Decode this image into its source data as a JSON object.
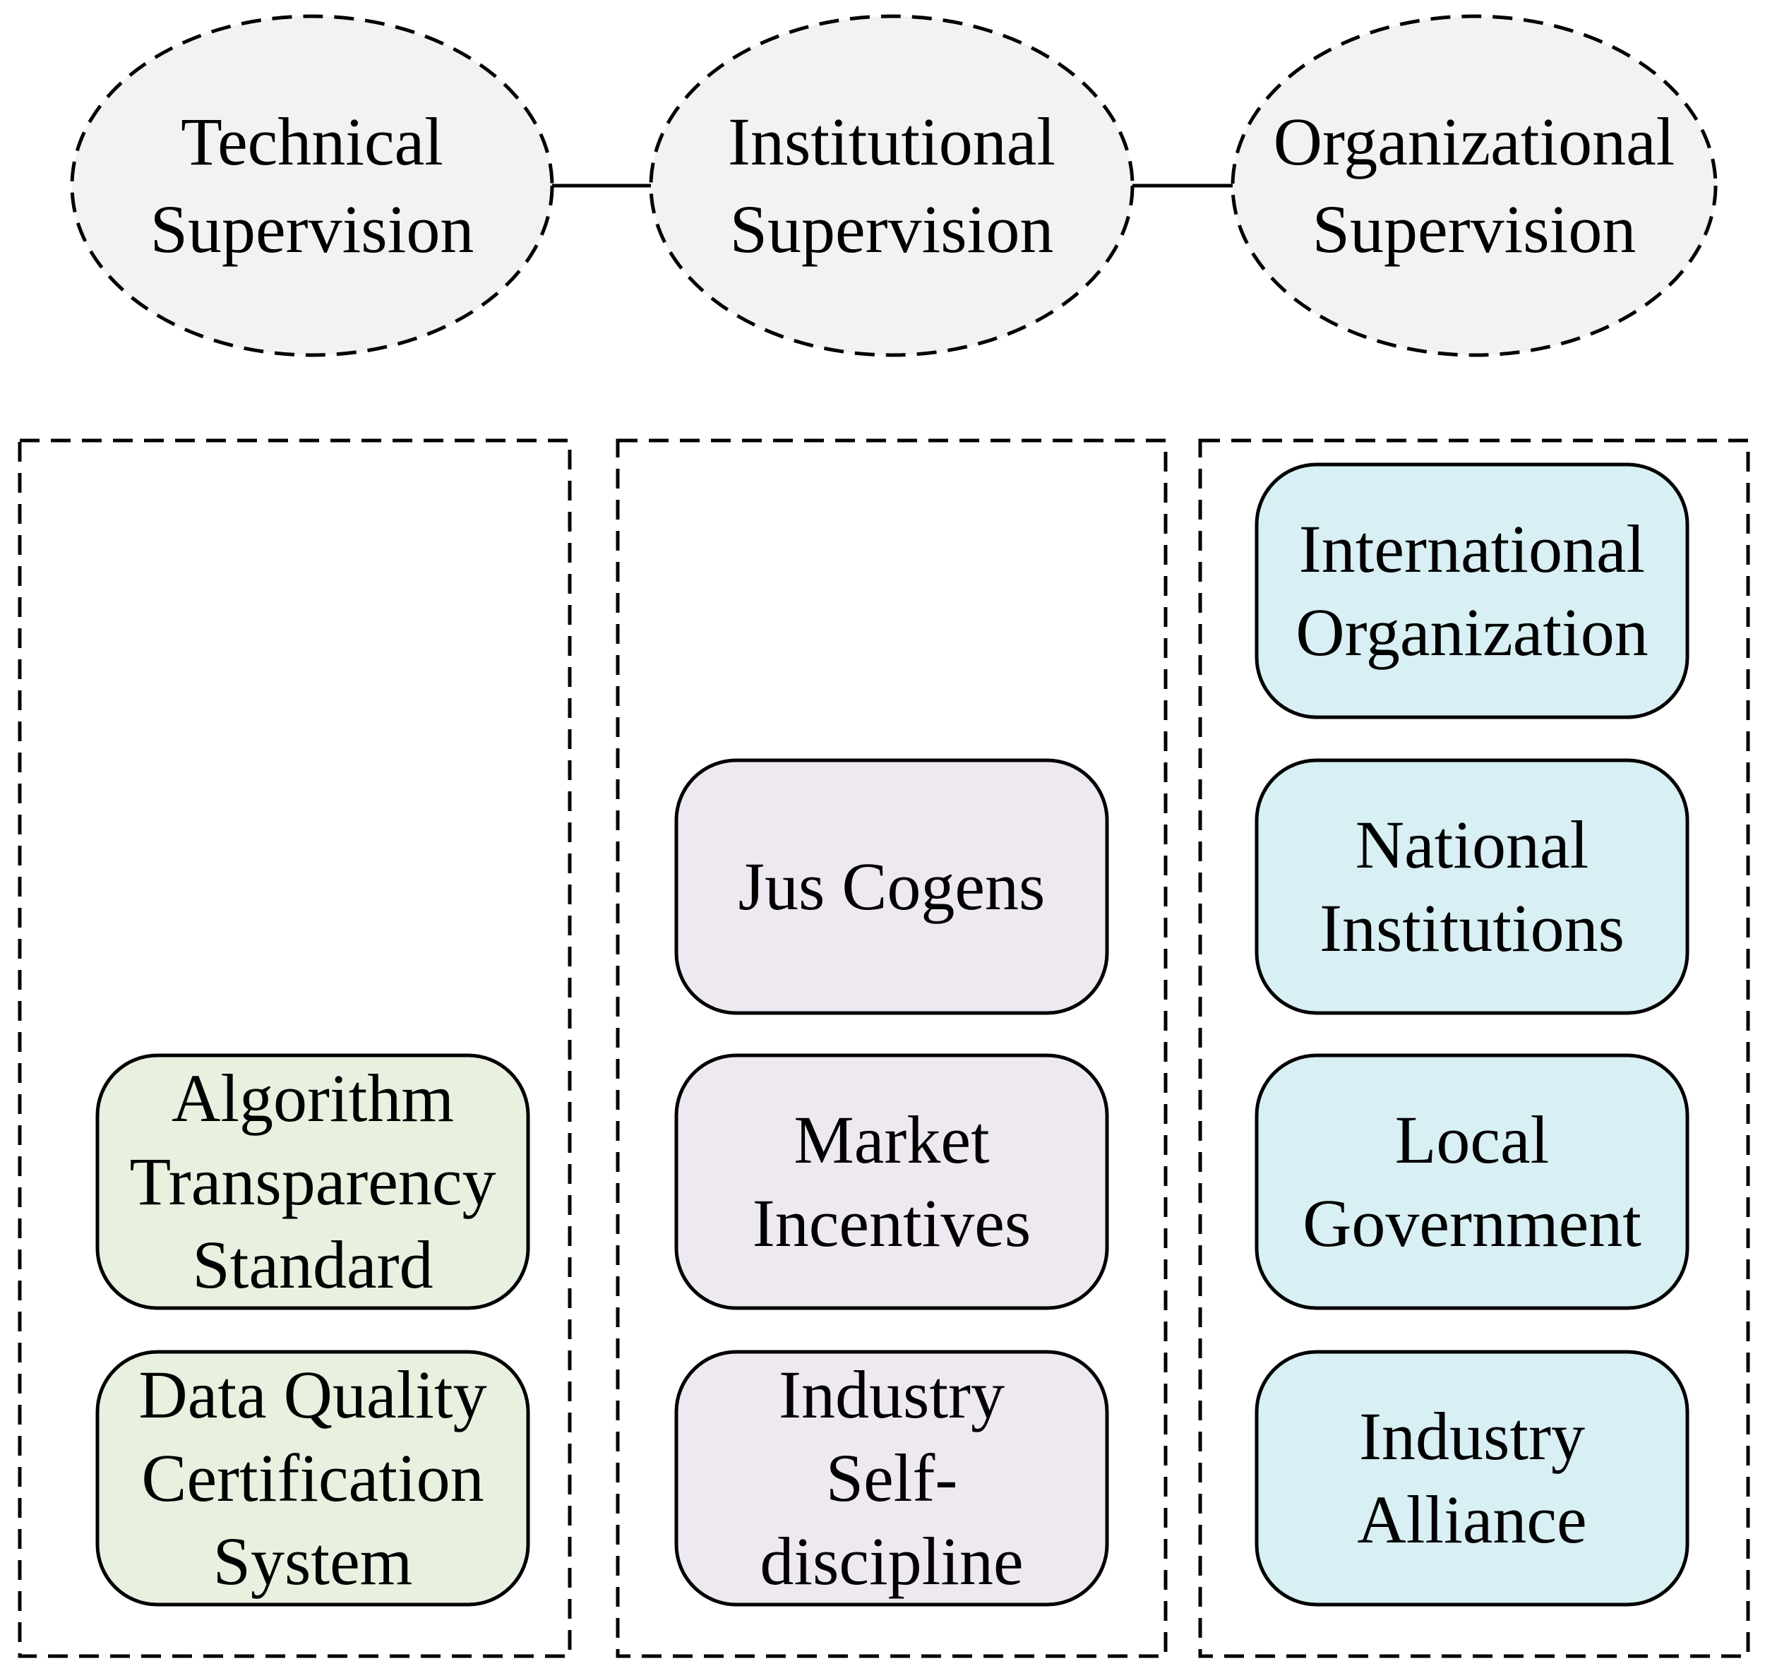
{
  "ovals": [
    {
      "id": "technical",
      "text": "Technical\nSupervision"
    },
    {
      "id": "institutional",
      "text": "Institutional\nSupervision"
    },
    {
      "id": "organizational",
      "text": "Organizational\nSupervision"
    }
  ],
  "columns": [
    {
      "id": "technical",
      "boxes": [
        "Algorithm\nTransparency\nStandard",
        "Data Quality\nCertification\nSystem"
      ]
    },
    {
      "id": "institutional",
      "boxes": [
        "Jus Cogens",
        "Market\nIncentives",
        "Industry\nSelf-\ndiscipline"
      ]
    },
    {
      "id": "organizational",
      "boxes": [
        "International\nOrganization",
        "National\nInstitutions",
        "Local\nGovernment",
        "Industry\nAlliance"
      ]
    }
  ],
  "colors": {
    "oval_fill": "#f2f2f2",
    "technical_box_fill": "#e8f0df",
    "institutional_box_fill": "#eee9f1",
    "organizational_box_fill": "#d8eff3",
    "stroke": "#000000"
  }
}
